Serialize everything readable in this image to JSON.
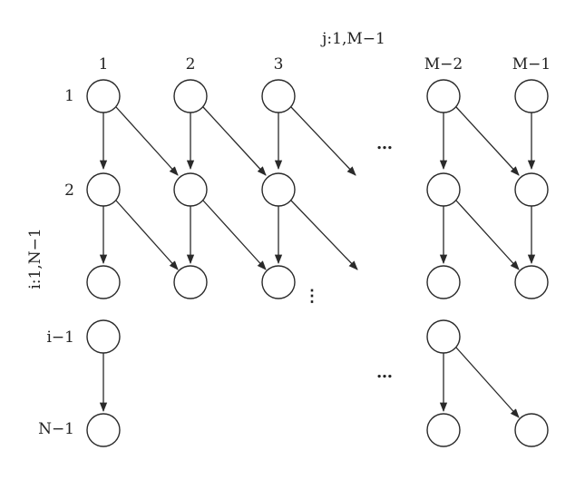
{
  "axis_labels": {
    "columns": "j:1,M−1",
    "rows": "i:1,N−1"
  },
  "column_labels": [
    "1",
    "2",
    "3",
    "M−2",
    "M−1"
  ],
  "row_labels": [
    "1",
    "2",
    "i−1",
    "N−1"
  ],
  "ellipses": {
    "horizontal": "…",
    "vertical": "⋮"
  },
  "colors": {
    "stroke": "#2a2a2a",
    "node_fill": "#ffffff",
    "text": "#222222"
  }
}
